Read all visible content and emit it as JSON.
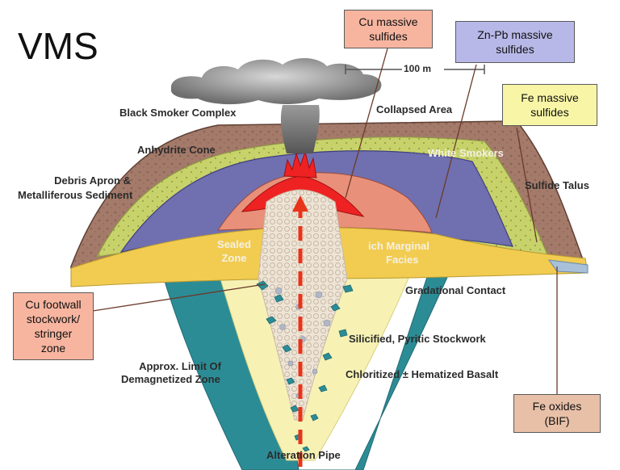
{
  "title": "VMS",
  "scale_label": "100 m",
  "callouts": {
    "cu_massive": "Cu massive\nsulfides",
    "znpb_massive": "Zn-Pb massive\nsulfides",
    "fe_massive": "Fe massive\nsulfides",
    "cu_footwall": "Cu footwall\nstockwork/\nstringer\nzone",
    "fe_oxides": "Fe oxides\n(BIF)"
  },
  "labels": {
    "black_smoker": "Black Smoker Complex",
    "collapsed_area": "Collapsed Area",
    "anhydrite_cone": "Anhydrite Cone",
    "white_smokers": "White Smokers",
    "debris_apron_1": "Debris Apron &",
    "debris_apron_2": "Metalliferous Sediment",
    "sulfide_talus": "Sulfide Talus",
    "sealed_zone_1": "Sealed",
    "sealed_zone_2": "Zone",
    "marginal_1": "ich Marginal",
    "marginal_2": "Facies",
    "gradational_contact": "Gradational Contact",
    "silicified": "Silicified, Pyritic Stockwork",
    "chloritized": "Chloritized ± Hematized Basalt",
    "demag_1": "Approx. Limit Of",
    "demag_2": "Demagnetized Zone",
    "alteration_pipe": "Alteration Pipe"
  },
  "colors": {
    "brown_sediment": "#a47a6a",
    "yellow_green": "#c8d26a",
    "purple": "#7070b0",
    "red_core": "#ee2222",
    "salmon": "#e8907a",
    "yellow_zone": "#f2cc50",
    "teal": "#2c8c96",
    "pale_yellow": "#f7f2b4",
    "callout_salmon": "#f7b5a0",
    "callout_purple": "#b8b8e8",
    "callout_yellow": "#f8f6a6",
    "callout_tan": "#e8c0a8"
  }
}
